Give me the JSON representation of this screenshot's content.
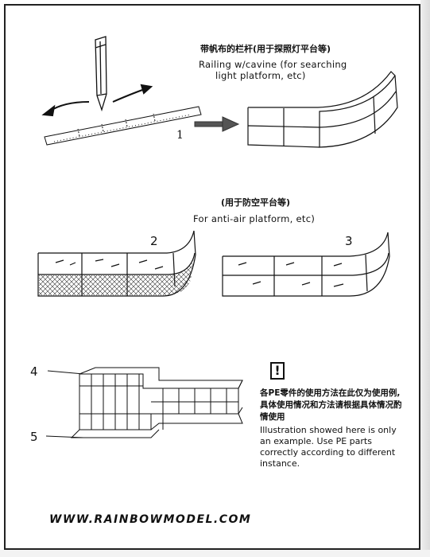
{
  "section1": {
    "title_cn": "带帆布的栏杆(用于探照灯平台等)",
    "title_en_line1": "Railing w/cavine  (for searching",
    "title_en_line2": "light platform,  etc)",
    "step_number": "1"
  },
  "section2": {
    "title_cn": "(用于防空平台等)",
    "title_en": "For anti-air platform,  etc)",
    "label_2": "2",
    "label_3": "3"
  },
  "section3": {
    "label_4": "4",
    "label_5": "5",
    "warning_symbol": "!",
    "note_cn": "各PE零件的使用方法在此仅为使用例,具体使用情况和方法请根据具体情况酌情使用",
    "note_en": "Illustration showed here is only an example. Use PE parts correctly according to different instance."
  },
  "footer": {
    "url": "WWW.RAINBOWMODEL.COM"
  }
}
